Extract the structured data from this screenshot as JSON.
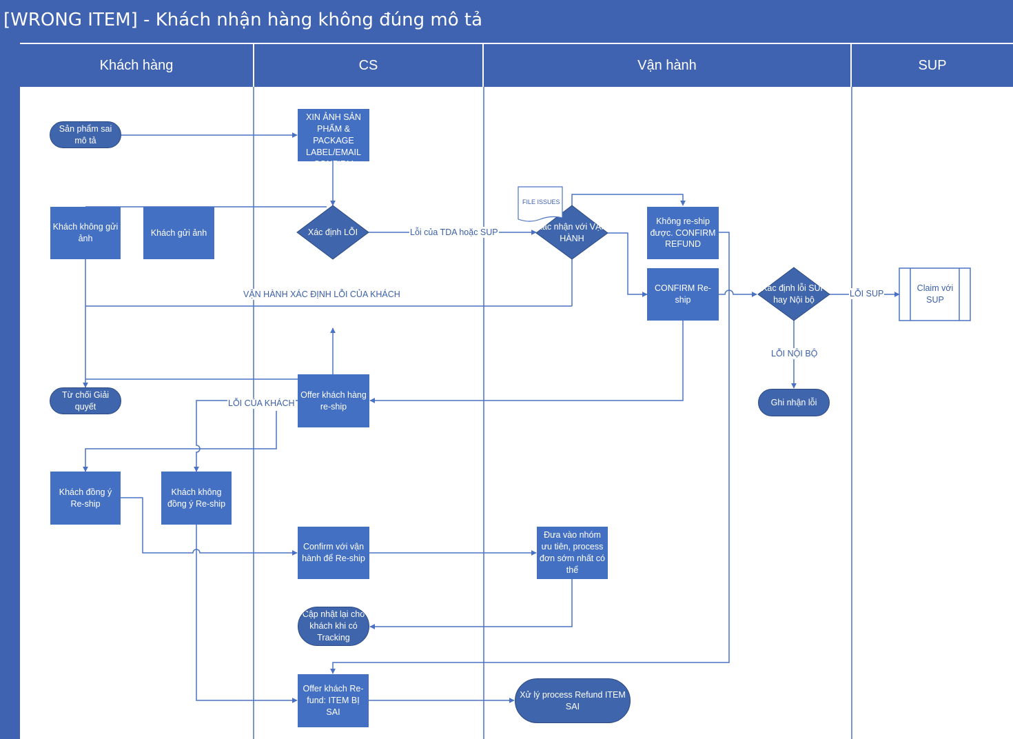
{
  "title": "[WRONG ITEM] - Khách nhận hàng không đúng mô tả",
  "lanes": [
    "Khách hàng",
    "CS",
    "Vận hành",
    "SUP"
  ],
  "nodes": {
    "san_pham_sai": "Sản phẩm sai mô tả",
    "xin_anh": "XIN ẢNH SẢN PHẨM & PACKAGE LABEL/EMAIL CONFIRM",
    "khach_khong_gui_anh": "Khách không gửi ảnh",
    "khach_gui_anh": "Khách gửi ảnh",
    "xac_dinh_loi": "Xác định LỖI",
    "file_issues": "FILE ISSUES",
    "xac_nhan_van_hanh": "Xác nhận với VẬN HÀNH",
    "khong_reship": "Không re-ship được. CONFIRM REFUND",
    "confirm_reship": "CONFIRM Re-ship",
    "xac_dinh_loi_sup": "Xác định lỗi SUP hay Nội bộ",
    "claim_sup": "Claim với SUP",
    "ghi_nhan_loi": "Ghi nhận lỗi",
    "tu_choi": "Từ chối Giải quyết",
    "offer_reship": "Offer khách hàng re-ship",
    "khach_dong_y": "Khách đồng ý Re-ship",
    "khach_khong_dong_y": "Khách không đồng ý Re-ship",
    "confirm_van_hanh": "Confirm với vận hành để Re-ship",
    "dua_vao_nhom": "Đưa vào nhóm ưu tiên, process đơn sớm nhất có thể",
    "cap_nhat": "Cập nhật lại cho khách khi có Tracking",
    "offer_refund": "Offer khách Re-fund: ITEM BỊ SAI",
    "xu_ly_refund": "Xử lý process Refund ITEM SAI"
  },
  "edge_labels": {
    "loi_tda_sup": "Lỗi của TDA hoặc SUP",
    "van_hanh_loi_khach": "VẬN HÀNH XÁC ĐỊNH LỖI CỦA KHÁCH",
    "loi_cua_khach": "LỖI CỦA KHÁCH",
    "loi_sup": "LỖI SUP",
    "loi_noi_bo": "LỖI NỘI BỘ"
  },
  "colors": {
    "header": "#4063b1",
    "process": "#4470c4",
    "terminator": "#3f65ad",
    "connector": "#4a72c4"
  }
}
